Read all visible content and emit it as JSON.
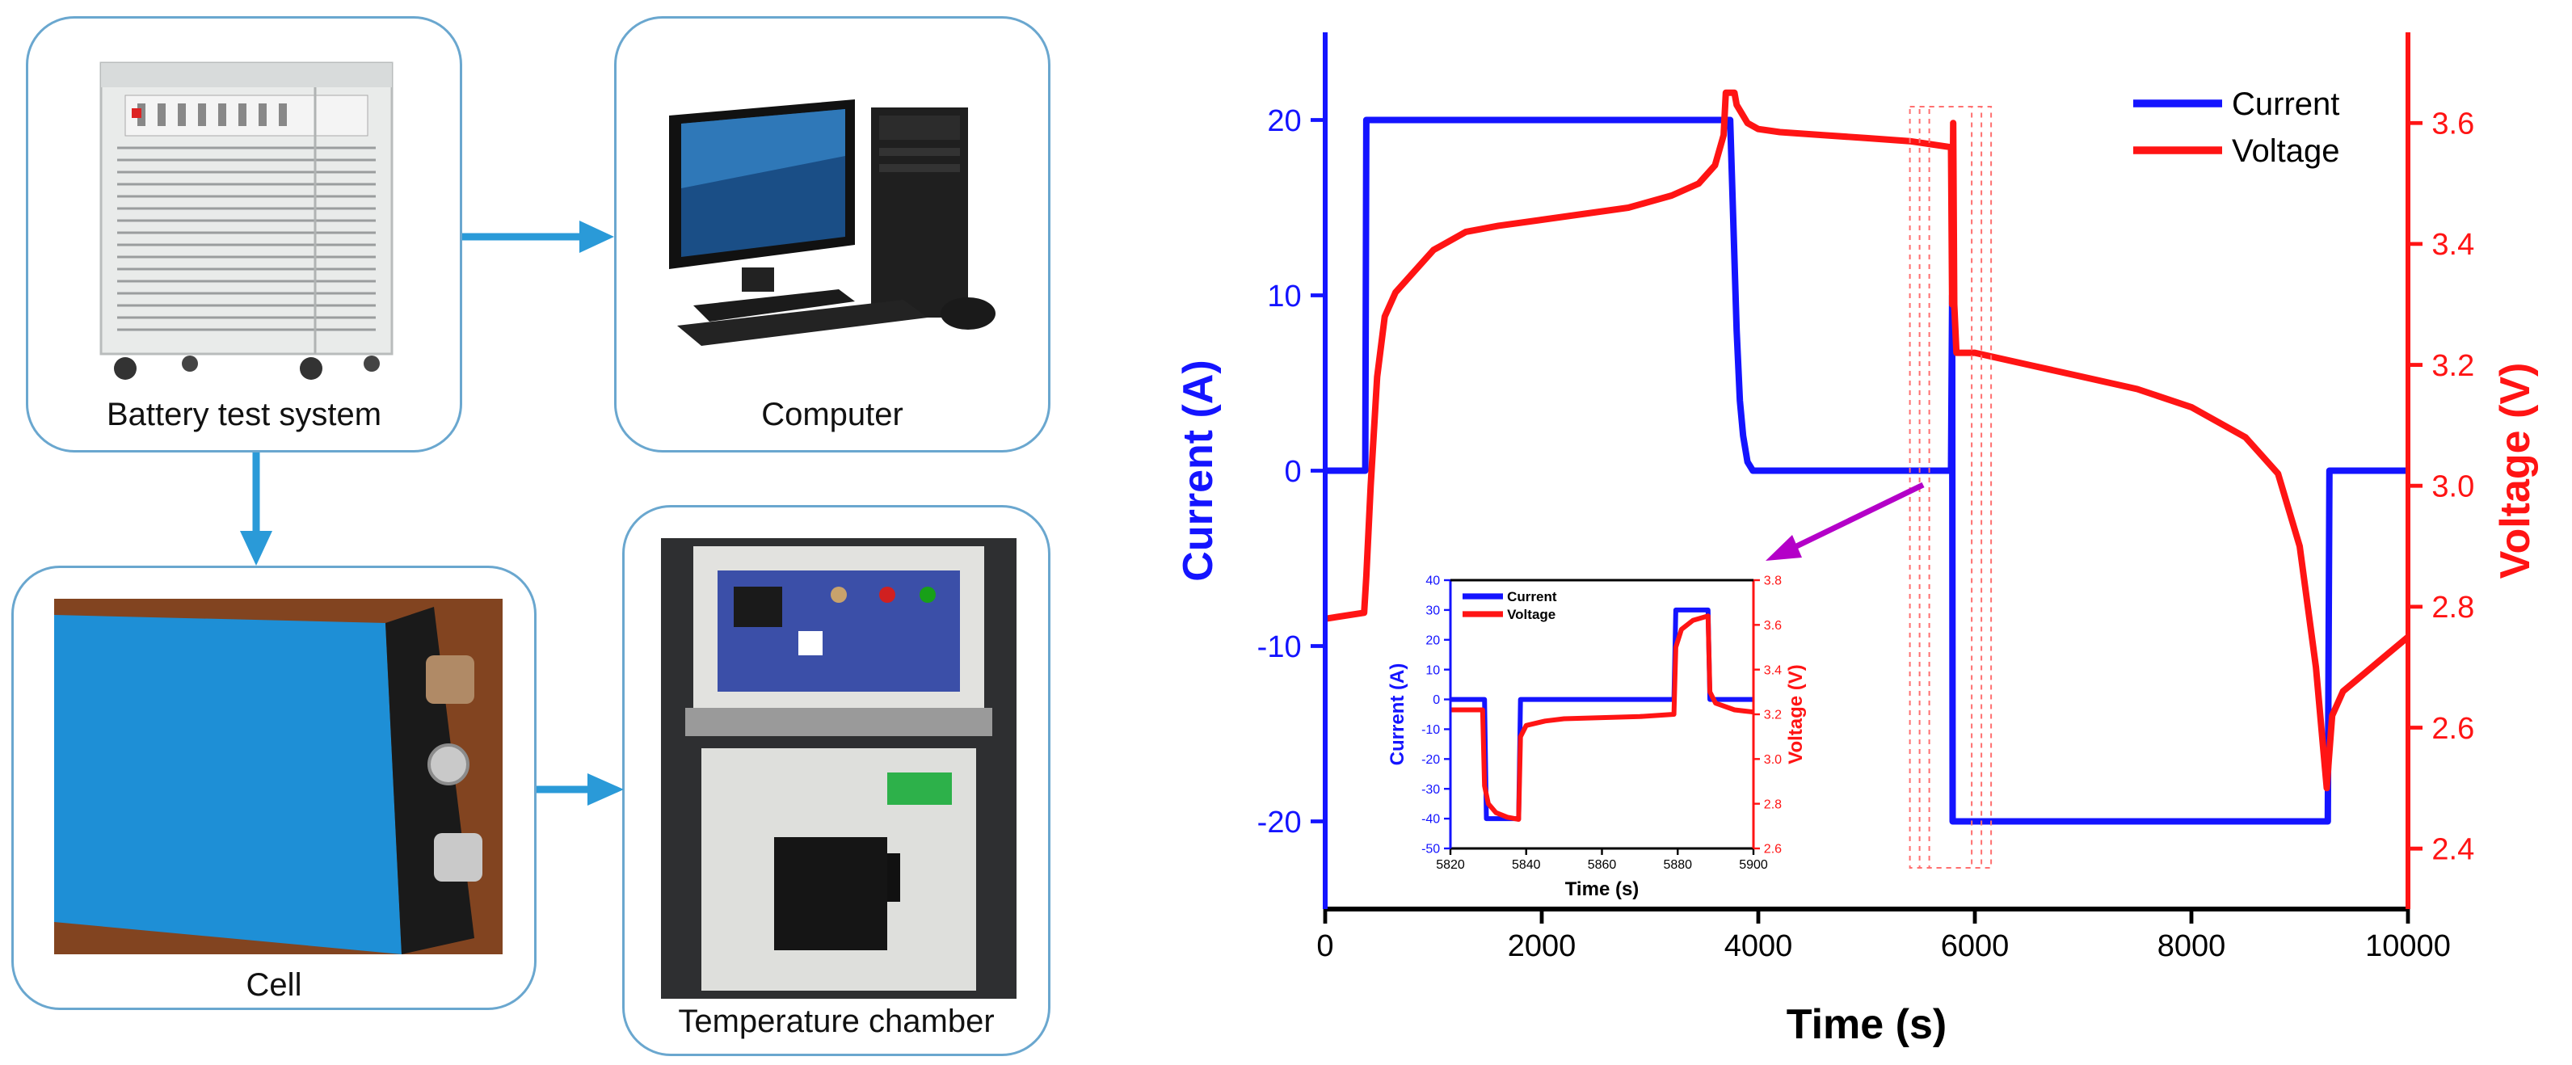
{
  "left_diagram": {
    "battery_test_system": "Battery test system",
    "computer": "Computer",
    "cell": "Cell",
    "temperature_chamber": "Temperature chamber"
  },
  "colors": {
    "panel_border": "#6aa7cf",
    "arrow": "#2a9ad8",
    "current": "#1414ff",
    "voltage": "#ff1414",
    "annotation_arrow": "#b400c8"
  },
  "chart_data": [
    {
      "type": "line",
      "xlabel": "Time (s)",
      "ylabel_left": "Current (A)",
      "ylabel_right": "Voltage (V)",
      "xlim": [
        0,
        10000
      ],
      "ylim_left": [
        -25,
        25
      ],
      "ylim_right": [
        2.3,
        3.75
      ],
      "x_ticks": [
        0,
        2000,
        4000,
        6000,
        8000,
        10000
      ],
      "y_ticks_left": [
        -20,
        -10,
        0,
        10,
        20
      ],
      "y_ticks_right": [
        2.4,
        2.6,
        2.8,
        3.0,
        3.2,
        3.4,
        3.6
      ],
      "legend": [
        "Current",
        "Voltage"
      ],
      "legend_position": "top-right",
      "series": [
        {
          "name": "Current",
          "axis": "left",
          "x": [
            0,
            370,
            380,
            3740,
            3770,
            3800,
            3830,
            3860,
            3900,
            3950,
            5780,
            5790,
            5795,
            5810,
            9260,
            9275,
            10000
          ],
          "y": [
            0,
            0,
            20,
            20,
            14,
            8,
            4,
            2,
            0.5,
            0,
            0,
            10,
            -20,
            -20,
            -20,
            0,
            0
          ]
        },
        {
          "name": "Voltage",
          "axis": "right",
          "x": [
            0,
            360,
            380,
            420,
            480,
            550,
            650,
            800,
            1000,
            1300,
            1600,
            2000,
            2400,
            2800,
            3200,
            3450,
            3600,
            3680,
            3700,
            3780,
            3800,
            3900,
            4000,
            4200,
            4600,
            5000,
            5400,
            5780,
            5790,
            5800,
            5810,
            5830,
            6000,
            6500,
            7000,
            7500,
            8000,
            8500,
            8800,
            9000,
            9150,
            9250,
            9270,
            9300,
            9400,
            9600,
            9800,
            10000
          ],
          "y": [
            2.78,
            2.79,
            2.85,
            3.0,
            3.18,
            3.28,
            3.32,
            3.35,
            3.39,
            3.42,
            3.43,
            3.44,
            3.45,
            3.46,
            3.48,
            3.5,
            3.53,
            3.58,
            3.65,
            3.65,
            3.63,
            3.6,
            3.59,
            3.585,
            3.58,
            3.575,
            3.57,
            3.56,
            3.3,
            3.6,
            3.3,
            3.22,
            3.22,
            3.2,
            3.18,
            3.16,
            3.13,
            3.08,
            3.02,
            2.9,
            2.7,
            2.5,
            2.55,
            2.62,
            2.66,
            2.69,
            2.72,
            2.75
          ]
        }
      ]
    },
    {
      "type": "line",
      "xlabel": "Time (s)",
      "ylabel_left": "Current (A)",
      "ylabel_right": "Voltage (V)",
      "xlim": [
        5820,
        5900
      ],
      "ylim_left": [
        -50,
        40
      ],
      "ylim_right": [
        2.6,
        3.8
      ],
      "x_ticks": [
        5820,
        5840,
        5860,
        5880,
        5900
      ],
      "y_ticks_left": [
        -50,
        -40,
        -30,
        -20,
        -10,
        0,
        10,
        20,
        30,
        40
      ],
      "y_ticks_right": [
        2.6,
        2.8,
        3.0,
        3.2,
        3.4,
        3.6,
        3.8
      ],
      "legend": [
        "Current",
        "Voltage"
      ],
      "legend_position": "top-left",
      "series": [
        {
          "name": "Current",
          "axis": "left",
          "x": [
            5820,
            5829,
            5829.5,
            5838,
            5838.5,
            5879,
            5879.5,
            5888,
            5888.5,
            5900
          ],
          "y": [
            0,
            0,
            -40,
            -40,
            0,
            0,
            30,
            30,
            0,
            0
          ]
        },
        {
          "name": "Voltage",
          "axis": "right",
          "x": [
            5820,
            5828.5,
            5829,
            5830,
            5832,
            5835,
            5838,
            5838.5,
            5840,
            5845,
            5850,
            5860,
            5870,
            5879,
            5879.5,
            5881,
            5884,
            5888,
            5888.5,
            5890,
            5895,
            5900
          ],
          "y": [
            3.22,
            3.22,
            2.88,
            2.8,
            2.76,
            2.74,
            2.73,
            3.1,
            3.15,
            3.17,
            3.18,
            3.185,
            3.19,
            3.2,
            3.5,
            3.58,
            3.62,
            3.64,
            3.3,
            3.25,
            3.22,
            3.21
          ]
        }
      ]
    }
  ]
}
